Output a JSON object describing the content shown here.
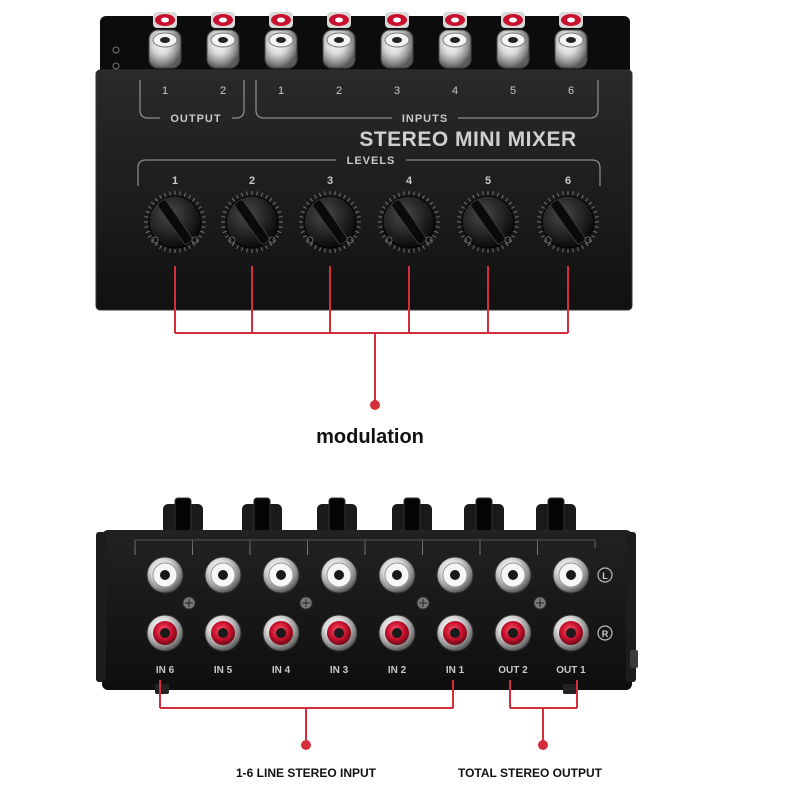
{
  "top_panel": {
    "output_label": "OUTPUT",
    "inputs_label": "INPUTS",
    "levels_label": "LEVELS",
    "product_name": "STEREO MINI MIXER",
    "output_numbers": [
      "1",
      "2"
    ],
    "input_numbers": [
      "1",
      "2",
      "3",
      "4",
      "5",
      "6"
    ],
    "knob_numbers": [
      "1",
      "2",
      "3",
      "4",
      "5",
      "6"
    ]
  },
  "callout_top": {
    "label": "modulation"
  },
  "rear_panel": {
    "jack_labels": [
      "IN 6",
      "IN 5",
      "IN 4",
      "IN 3",
      "IN 2",
      "IN 1",
      "OUT 2",
      "OUT 1"
    ],
    "left_marker": "L",
    "right_marker": "R"
  },
  "callout_inputs": {
    "label": "1-6 LINE STEREO INPUT"
  },
  "callout_outputs": {
    "label": "TOTAL STEREO OUTPUT"
  },
  "colors": {
    "chassis": "#141414",
    "panel_line": "#8a8a8a",
    "jack_red": "#c8102e",
    "leader_red": "#d32f3a",
    "knob": "#1c1c1c",
    "label_text": "#c9c9c9"
  }
}
